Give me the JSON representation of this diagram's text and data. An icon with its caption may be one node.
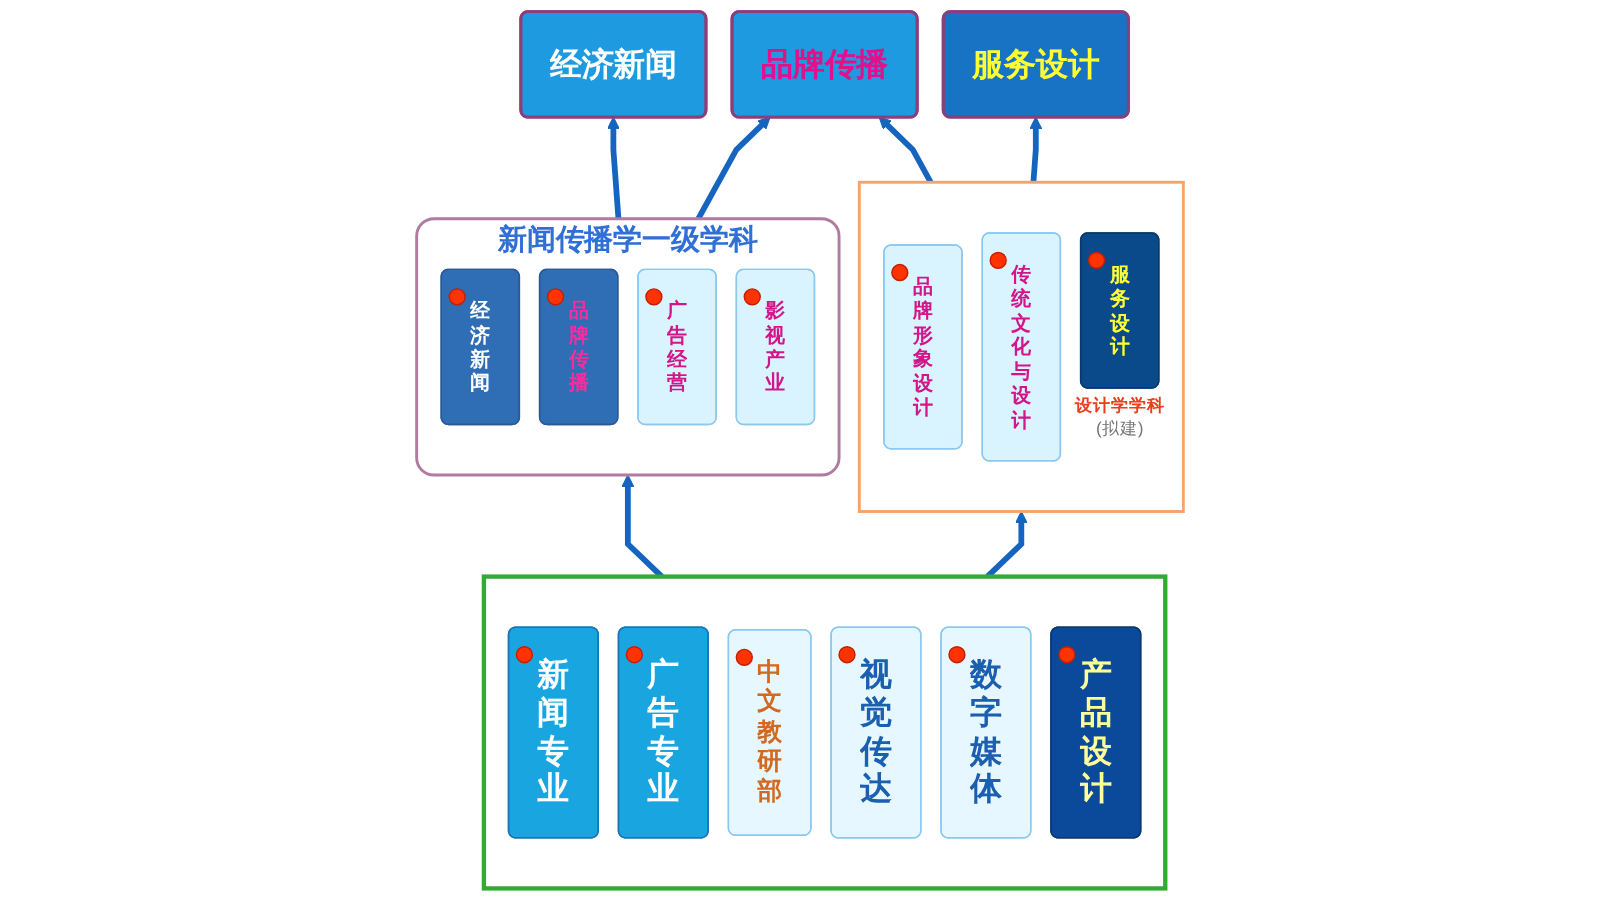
{
  "diagram": {
    "nodes": [
      {
        "text": [
          "经济新闻"
        ]
      },
      {
        "text": [
          "品牌传播"
        ]
      },
      {
        "text": [
          "服务设计"
        ]
      },
      {
        "text": [
          "新闻传播学一级学科"
        ]
      },
      {
        "text": [
          "经济新闻"
        ],
        "in": 3
      },
      {
        "text": [
          "品牌传播"
        ],
        "in": 3
      },
      {
        "text": [
          "广告经营"
        ],
        "in": 3
      },
      {
        "text": [
          "影视产业"
        ],
        "in": 3
      },
      {
        "text": [],
        "shape": "box"
      },
      {
        "text": [
          "品牌形象设计"
        ],
        "in": 8
      },
      {
        "text": [
          "传统文化与设计"
        ],
        "in": 8
      },
      {
        "text": [
          "服务设计"
        ],
        "in": 8,
        "beside": [
          "设计学学科",
          "(拟建)"
        ]
      },
      {
        "text": [],
        "shape": "box"
      },
      {
        "text": [
          "新闻专业"
        ],
        "in": 12
      },
      {
        "text": [
          "广告专业"
        ],
        "in": 12
      },
      {
        "text": [
          "中文教研部"
        ],
        "in": 12
      },
      {
        "text": [
          "视觉传达"
        ],
        "in": 12
      },
      {
        "text": [
          "数字媒体"
        ],
        "in": 12
      },
      {
        "text": [
          "产品设计"
        ],
        "in": 12
      }
    ],
    "edges": [
      {
        "from": 3,
        "to": 0,
        "arrow": "to"
      },
      {
        "from": 3,
        "to": 1,
        "arrow": "to"
      },
      {
        "from": 8,
        "to": 1,
        "arrow": "to"
      },
      {
        "from": 8,
        "to": 2,
        "arrow": "to"
      },
      {
        "from": 12,
        "to": 3,
        "arrow": "to"
      },
      {
        "from": 12,
        "to": 8,
        "arrow": "to"
      }
    ]
  }
}
